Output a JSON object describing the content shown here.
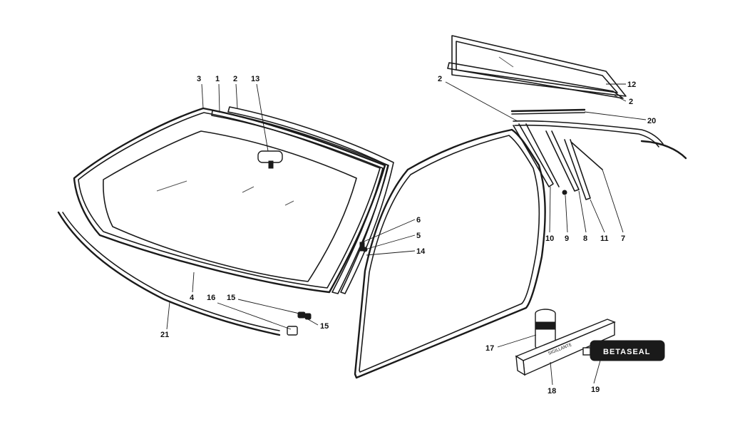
{
  "callouts": [
    {
      "id": "c3",
      "text": "3"
    },
    {
      "id": "c1",
      "text": "1"
    },
    {
      "id": "c2a",
      "text": "2"
    },
    {
      "id": "c13",
      "text": "13"
    },
    {
      "id": "c2b",
      "text": "2"
    },
    {
      "id": "c12",
      "text": "12"
    },
    {
      "id": "c2c",
      "text": "2"
    },
    {
      "id": "c20",
      "text": "20"
    },
    {
      "id": "c6",
      "text": "6"
    },
    {
      "id": "c5",
      "text": "5"
    },
    {
      "id": "c14",
      "text": "14"
    },
    {
      "id": "c10",
      "text": "10"
    },
    {
      "id": "c9",
      "text": "9"
    },
    {
      "id": "c8",
      "text": "8"
    },
    {
      "id": "c11",
      "text": "11"
    },
    {
      "id": "c7",
      "text": "7"
    },
    {
      "id": "c4",
      "text": "4"
    },
    {
      "id": "c16",
      "text": "16"
    },
    {
      "id": "c15a",
      "text": "15"
    },
    {
      "id": "c15b",
      "text": "15"
    },
    {
      "id": "c21",
      "text": "21"
    },
    {
      "id": "c17",
      "text": "17"
    },
    {
      "id": "c18",
      "text": "18"
    },
    {
      "id": "c19",
      "text": "19"
    }
  ],
  "product_labels": {
    "tube_brand": "BETASEAL"
  }
}
